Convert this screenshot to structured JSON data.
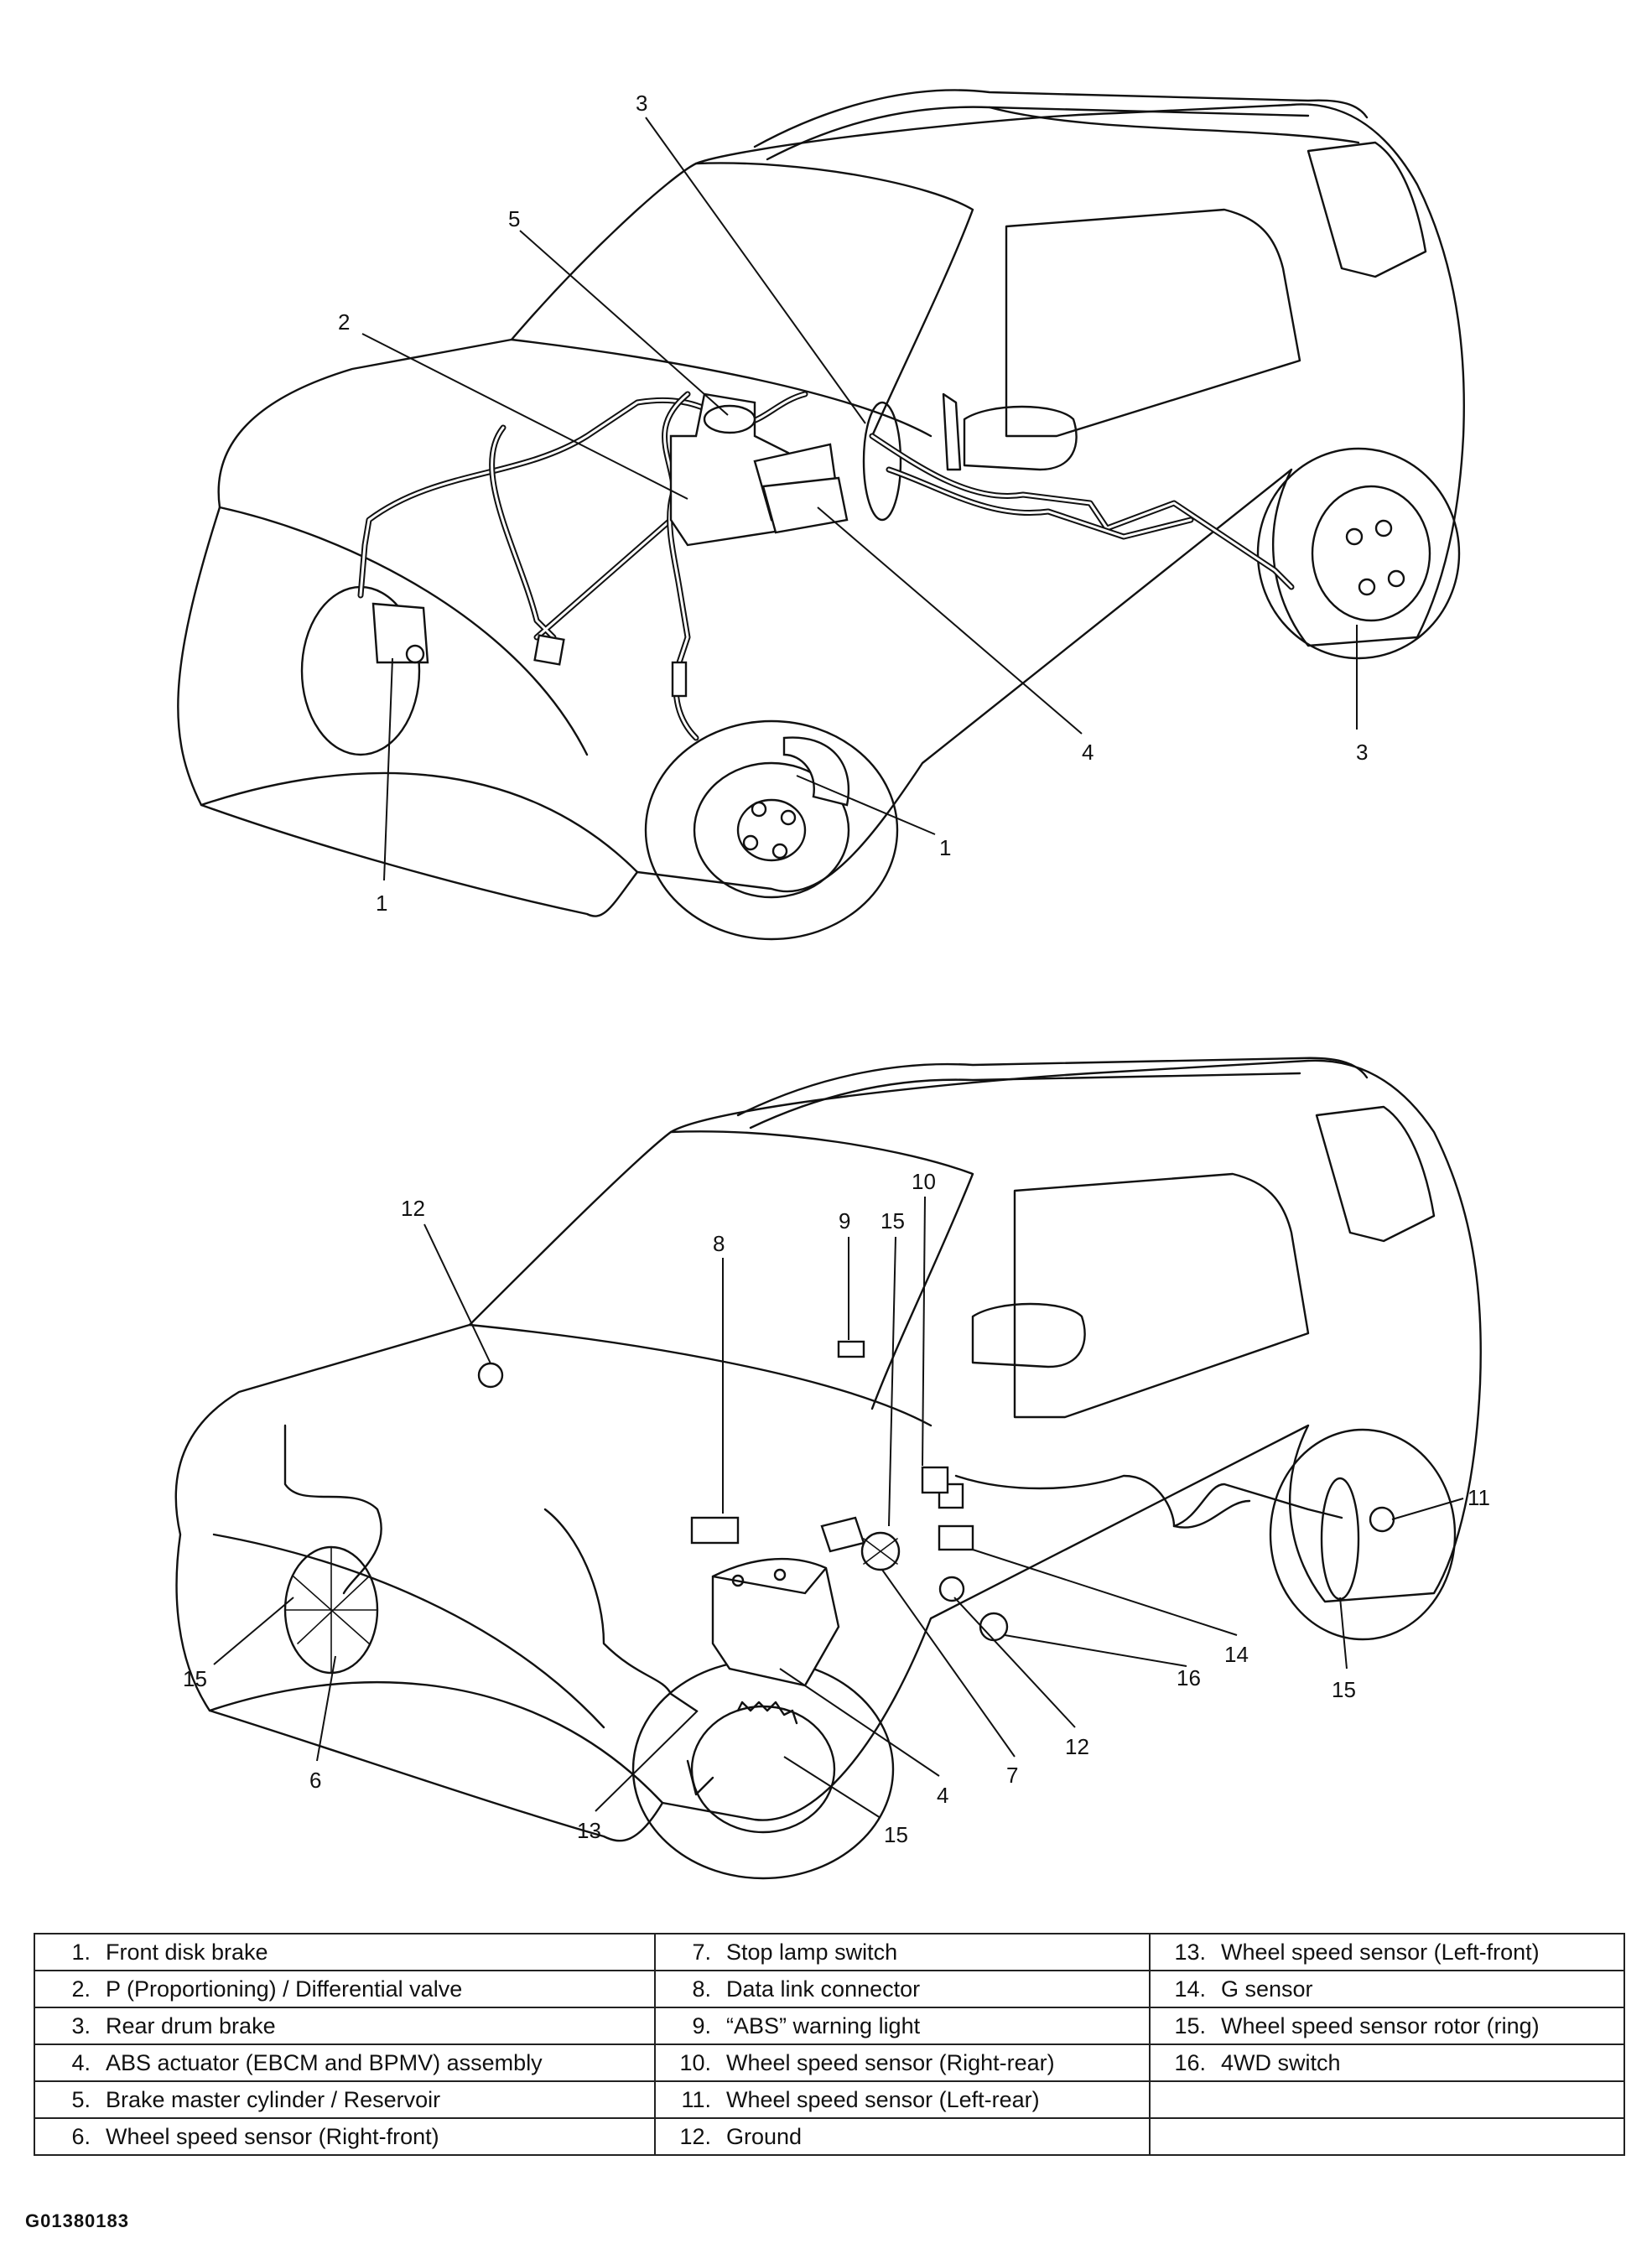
{
  "callouts_top": [
    {
      "label": "3"
    },
    {
      "label": "5"
    },
    {
      "label": "2"
    },
    {
      "label": "4"
    },
    {
      "label": "3"
    },
    {
      "label": "1"
    },
    {
      "label": "1"
    }
  ],
  "callouts_bottom": [
    {
      "label": "12"
    },
    {
      "label": "8"
    },
    {
      "label": "9"
    },
    {
      "label": "15"
    },
    {
      "label": "10"
    },
    {
      "label": "11"
    },
    {
      "label": "14"
    },
    {
      "label": "16"
    },
    {
      "label": "15"
    },
    {
      "label": "12"
    },
    {
      "label": "7"
    },
    {
      "label": "4"
    },
    {
      "label": "15"
    },
    {
      "label": "13"
    },
    {
      "label": "6"
    },
    {
      "label": "15"
    }
  ],
  "legend": {
    "columns": [
      [
        {
          "num": "1.",
          "text": "Front disk brake"
        },
        {
          "num": "2.",
          "text": "P (Proportioning) / Differential valve"
        },
        {
          "num": "3.",
          "text": "Rear drum brake"
        },
        {
          "num": "4.",
          "text": "ABS actuator (EBCM and BPMV) assembly"
        },
        {
          "num": "5.",
          "text": "Brake master cylinder / Reservoir"
        },
        {
          "num": "6.",
          "text": "Wheel speed sensor (Right-front)"
        }
      ],
      [
        {
          "num": "7.",
          "text": "Stop lamp switch"
        },
        {
          "num": "8.",
          "text": "Data link connector"
        },
        {
          "num": "9.",
          "text": "“ABS” warning light"
        },
        {
          "num": "10.",
          "text": "Wheel speed sensor (Right-rear)"
        },
        {
          "num": "11.",
          "text": "Wheel speed sensor (Left-rear)"
        },
        {
          "num": "12.",
          "text": "Ground"
        }
      ],
      [
        {
          "num": "13.",
          "text": "Wheel speed sensor (Left-front)"
        },
        {
          "num": "14.",
          "text": "G sensor"
        },
        {
          "num": "15.",
          "text": "Wheel speed sensor rotor (ring)"
        },
        {
          "num": "16.",
          "text": "4WD switch"
        },
        {
          "num": "",
          "text": ""
        },
        {
          "num": "",
          "text": ""
        }
      ]
    ]
  },
  "figure_code": "G01380183"
}
